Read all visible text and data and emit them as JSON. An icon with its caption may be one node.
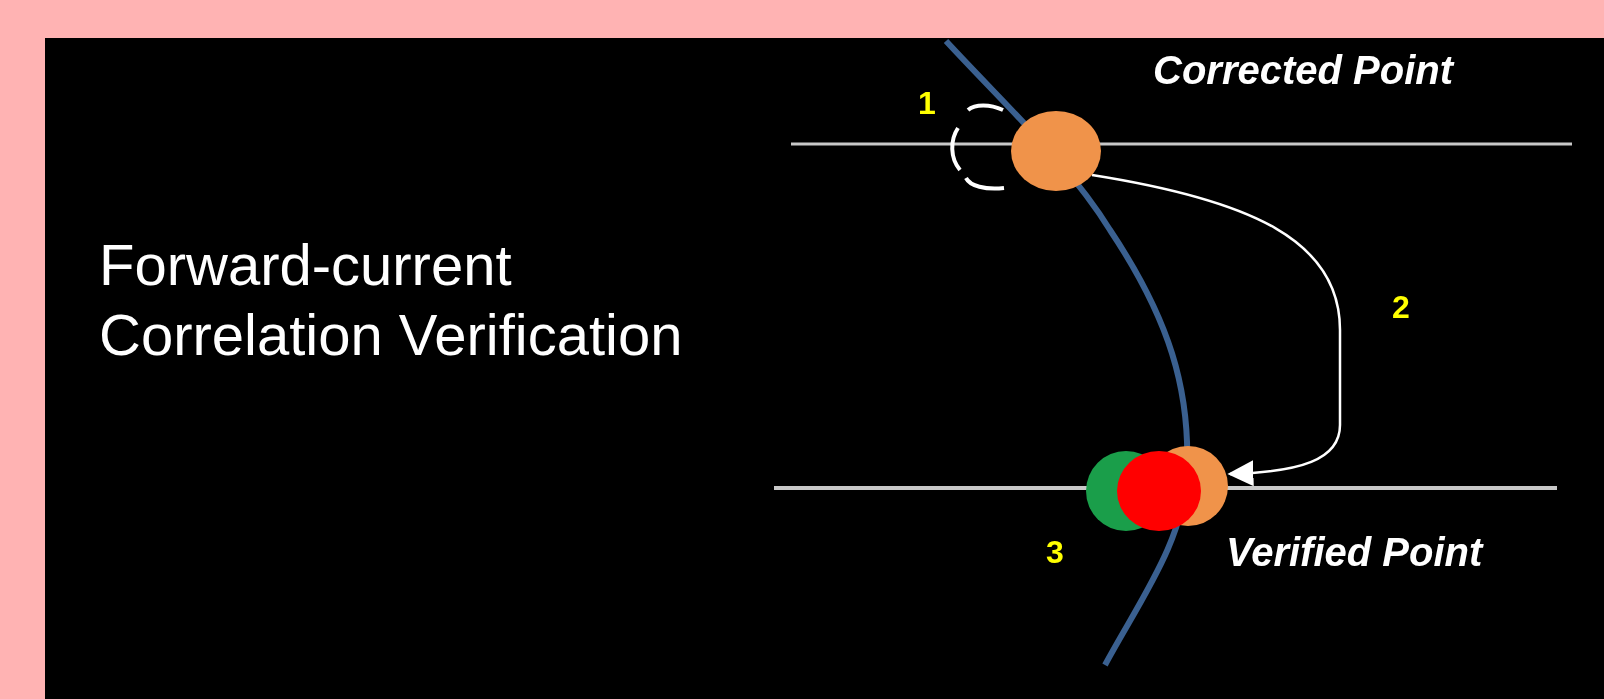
{
  "diagram": {
    "title": "Forward-current Correlation Verification",
    "nodes": [
      {
        "text": [],
        "shape": "circle",
        "beside": [
          "Corrected Point"
        ]
      },
      {
        "text": [],
        "shape": "circle",
        "beside": [
          "Verified Point"
        ]
      }
    ],
    "edges": [
      {
        "from": 0,
        "to": 1,
        "arrow": "to",
        "label": "2"
      }
    ],
    "labels": [
      "1",
      "3"
    ]
  }
}
